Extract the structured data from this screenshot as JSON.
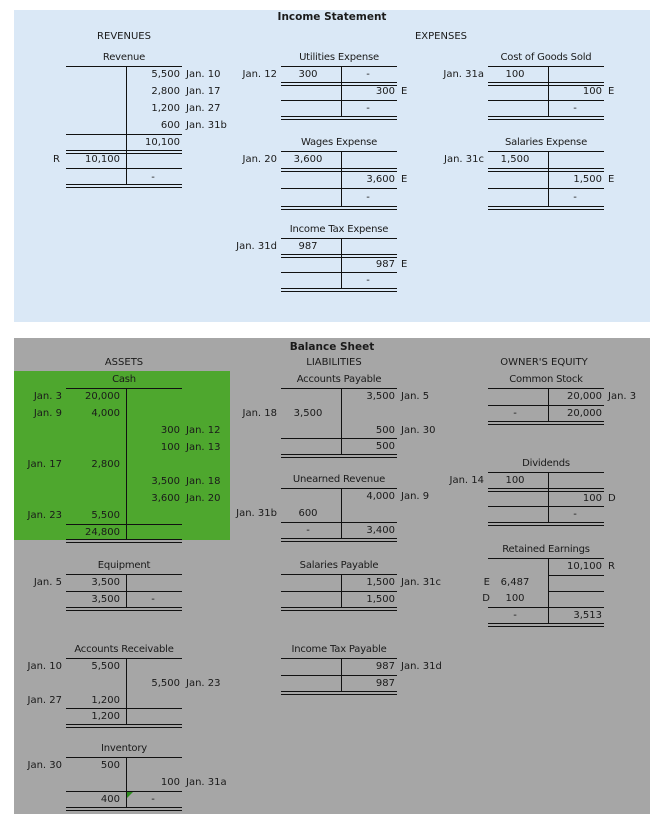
{
  "income_statement": {
    "title": "Income Statement",
    "revenues_header": "REVENUES",
    "expenses_header": "EXPENSES",
    "revenue": {
      "name": "Revenue",
      "credits": [
        {
          "amount": "5,500",
          "date": "Jan. 10"
        },
        {
          "amount": "2,800",
          "date": "Jan. 17"
        },
        {
          "amount": "1,200",
          "date": "Jan. 27"
        },
        {
          "amount": "600",
          "date": "Jan. 31b"
        }
      ],
      "credit_total": "10,100",
      "closing_label": "R",
      "closing_debit": "10,100",
      "final_credit": "-"
    },
    "utilities_expense": {
      "name": "Utilities Expense",
      "debit_date": "Jan. 12",
      "debit": "300",
      "credit_dash": "-",
      "closing_credit": "300",
      "closing_label": "E",
      "final": "-"
    },
    "cost_of_goods_sold": {
      "name": "Cost of Goods Sold",
      "debit_date": "Jan. 31a",
      "debit": "100",
      "closing_credit": "100",
      "closing_label": "E",
      "final": "-"
    },
    "wages_expense": {
      "name": "Wages Expense",
      "debit_date": "Jan. 20",
      "debit": "3,600",
      "closing_credit": "3,600",
      "closing_label": "E",
      "final": "-"
    },
    "salaries_expense": {
      "name": "Salaries Expense",
      "debit_date": "Jan. 31c",
      "debit": "1,500",
      "closing_credit": "1,500",
      "closing_label": "E",
      "final": "-"
    },
    "income_tax_expense": {
      "name": "Income Tax Expense",
      "debit_date": "Jan. 31d",
      "debit": "987",
      "closing_credit": "987",
      "closing_label": "E",
      "final": "-"
    }
  },
  "balance_sheet": {
    "title": "Balance Sheet",
    "assets_header": "ASSETS",
    "liabilities_header": "LIABILITIES",
    "equity_header": "OWNER'S EQUITY",
    "cash": {
      "name": "Cash",
      "debits": [
        {
          "date": "Jan. 3",
          "amount": "20,000"
        },
        {
          "date": "Jan. 9",
          "amount": "4,000"
        },
        {
          "date": "Jan. 17",
          "amount": "2,800"
        },
        {
          "date": "Jan. 23",
          "amount": "5,500"
        }
      ],
      "credits": [
        {
          "amount": "300",
          "date": "Jan. 12"
        },
        {
          "amount": "100",
          "date": "Jan. 13"
        },
        {
          "amount": "3,500",
          "date": "Jan. 18"
        },
        {
          "amount": "3,600",
          "date": "Jan. 20"
        }
      ],
      "balance": "24,800"
    },
    "equipment": {
      "name": "Equipment",
      "debit_date": "Jan. 5",
      "debit": "3,500",
      "balance": "3,500",
      "credit_balance": "-"
    },
    "accounts_receivable": {
      "name": "Accounts Receivable",
      "debits": [
        {
          "date": "Jan. 10",
          "amount": "5,500"
        },
        {
          "date": "Jan. 27",
          "amount": "1,200"
        }
      ],
      "credit": {
        "amount": "5,500",
        "date": "Jan. 23"
      },
      "balance": "1,200"
    },
    "inventory": {
      "name": "Inventory",
      "debit_date": "Jan. 30",
      "debit": "500",
      "credit": "100",
      "credit_date": "Jan. 31a",
      "balance": "400",
      "credit_balance": "-"
    },
    "accounts_payable": {
      "name": "Accounts Payable",
      "credits": [
        {
          "amount": "3,500",
          "date": "Jan. 5"
        },
        {
          "amount": "500",
          "date": "Jan. 30"
        }
      ],
      "debit_date": "Jan. 18",
      "debit": "3,500",
      "balance": "500"
    },
    "unearned_revenue": {
      "name": "Unearned Revenue",
      "credit": "4,000",
      "credit_date": "Jan. 9",
      "debit_date": "Jan. 31b",
      "debit": "600",
      "debit_balance": "-",
      "balance": "3,400"
    },
    "salaries_payable": {
      "name": "Salaries Payable",
      "credit": "1,500",
      "credit_date": "Jan. 31c",
      "balance": "1,500"
    },
    "income_tax_payable": {
      "name": "Income Tax Payable",
      "credit": "987",
      "credit_date": "Jan. 31d",
      "balance": "987"
    },
    "common_stock": {
      "name": "Common Stock",
      "credit": "20,000",
      "credit_date": "Jan. 3",
      "debit_balance": "-",
      "balance": "20,000"
    },
    "dividends": {
      "name": "Dividends",
      "debit_date": "Jan. 14",
      "debit": "100",
      "closing_credit": "100",
      "closing_label": "D",
      "final": "-"
    },
    "retained_earnings": {
      "name": "Retained Earnings",
      "credit": "10,100",
      "credit_label": "R",
      "debits": [
        {
          "label": "E",
          "amount": "6,487"
        },
        {
          "label": "D",
          "amount": "100"
        }
      ],
      "debit_balance": "-",
      "balance": "3,513"
    }
  }
}
